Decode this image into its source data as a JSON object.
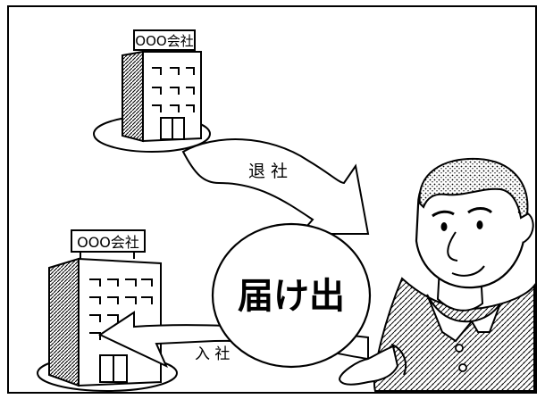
{
  "signs": {
    "company_top": "OOO会社",
    "company_bottom": "OOO会社"
  },
  "arrows": {
    "leave_label": "退 社",
    "join_label": "入 社"
  },
  "bubble": {
    "text": "届け出"
  },
  "icons": {
    "building_top": "office-building-icon",
    "building_bottom": "office-building-icon",
    "person": "man-in-sweater-icon"
  }
}
